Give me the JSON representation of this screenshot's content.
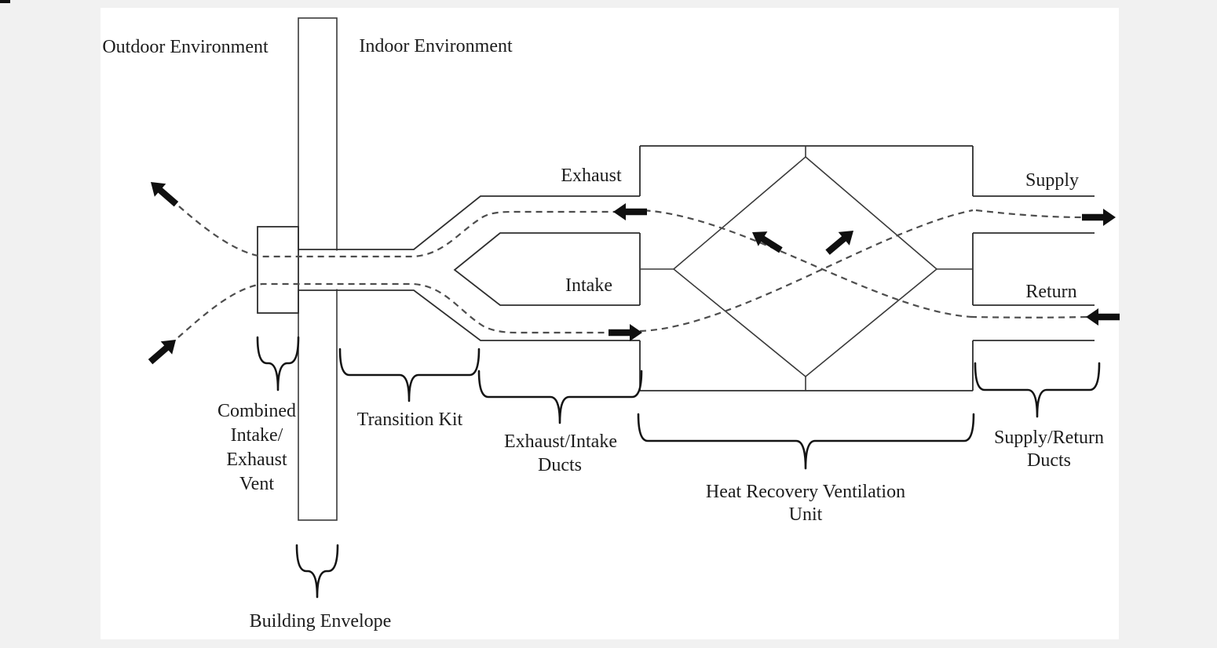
{
  "diagram": {
    "title_context": "Heat recovery ventilation system schematic",
    "labels": {
      "outdoor_environment": "Outdoor Environment",
      "indoor_environment": "Indoor Environment",
      "exhaust": "Exhaust",
      "intake": "Intake",
      "supply": "Supply",
      "return": "Return",
      "vent_line1": "Combined",
      "vent_line2": "Intake/",
      "vent_line3": "Exhaust",
      "vent_line4": "Vent",
      "transition_kit": "Transition Kit",
      "ducts_line1": "Exhaust/Intake",
      "ducts_line2": "Ducts",
      "hrv_line1": "Heat Recovery Ventilation",
      "hrv_line2": "Unit",
      "supply_return_line1": "Supply/Return",
      "supply_return_line2": "Ducts",
      "building_envelope": "Building Envelope"
    },
    "colors": {
      "line": "#2e2e2e",
      "dashed_flow": "#4d4d4d",
      "wall_fill": "#d9d9d9",
      "arrow": "#101010",
      "canvas": "#ffffff",
      "page_margin": "#f1f1f1"
    }
  }
}
